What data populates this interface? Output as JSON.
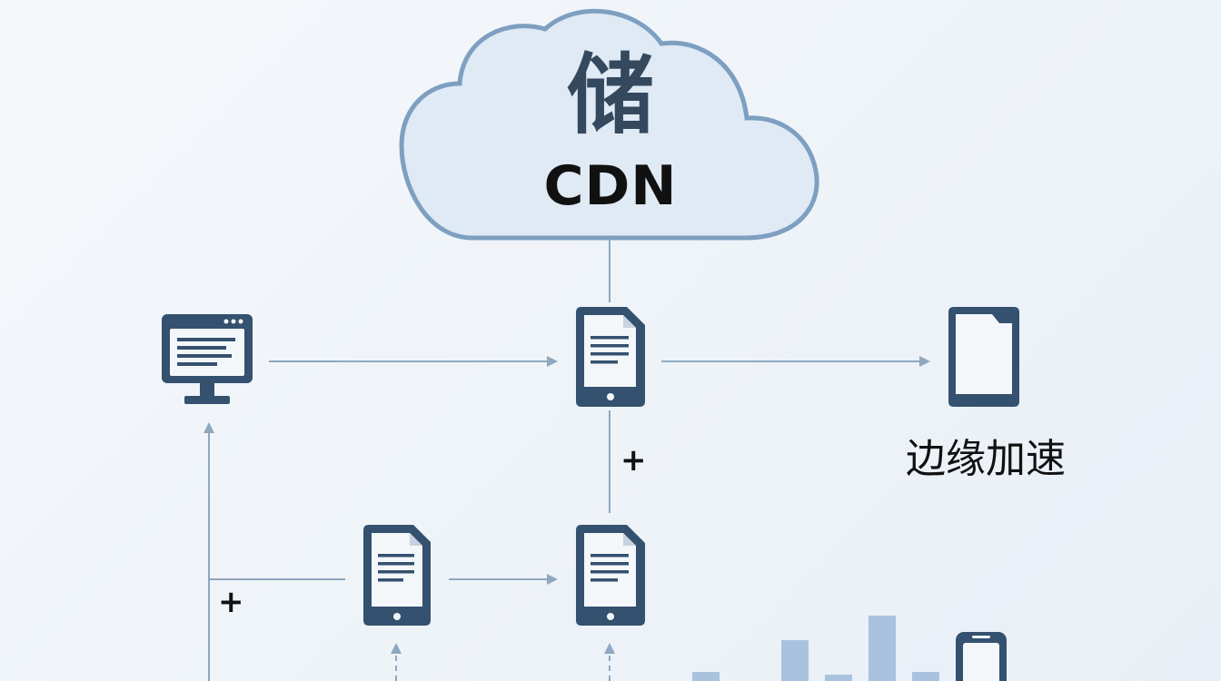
{
  "cloud": {
    "title": "储",
    "subtitle": "CDN"
  },
  "labels": {
    "edge_acceleration": "边缘加速",
    "plus_1": "+",
    "plus_2": "+"
  },
  "icons": {
    "source": "monitor-icon",
    "relay": "tablet-document-icon",
    "edge": "ebook-reader-icon",
    "device": "smartphone-icon",
    "chart": "bar-chart-icon"
  },
  "colors": {
    "icon": "#34516f",
    "cloud_fill": "#dfeaf5",
    "cloud_stroke": "#7e9fc1",
    "connector": "#8fa7bf",
    "bars": "#a9c3de"
  }
}
